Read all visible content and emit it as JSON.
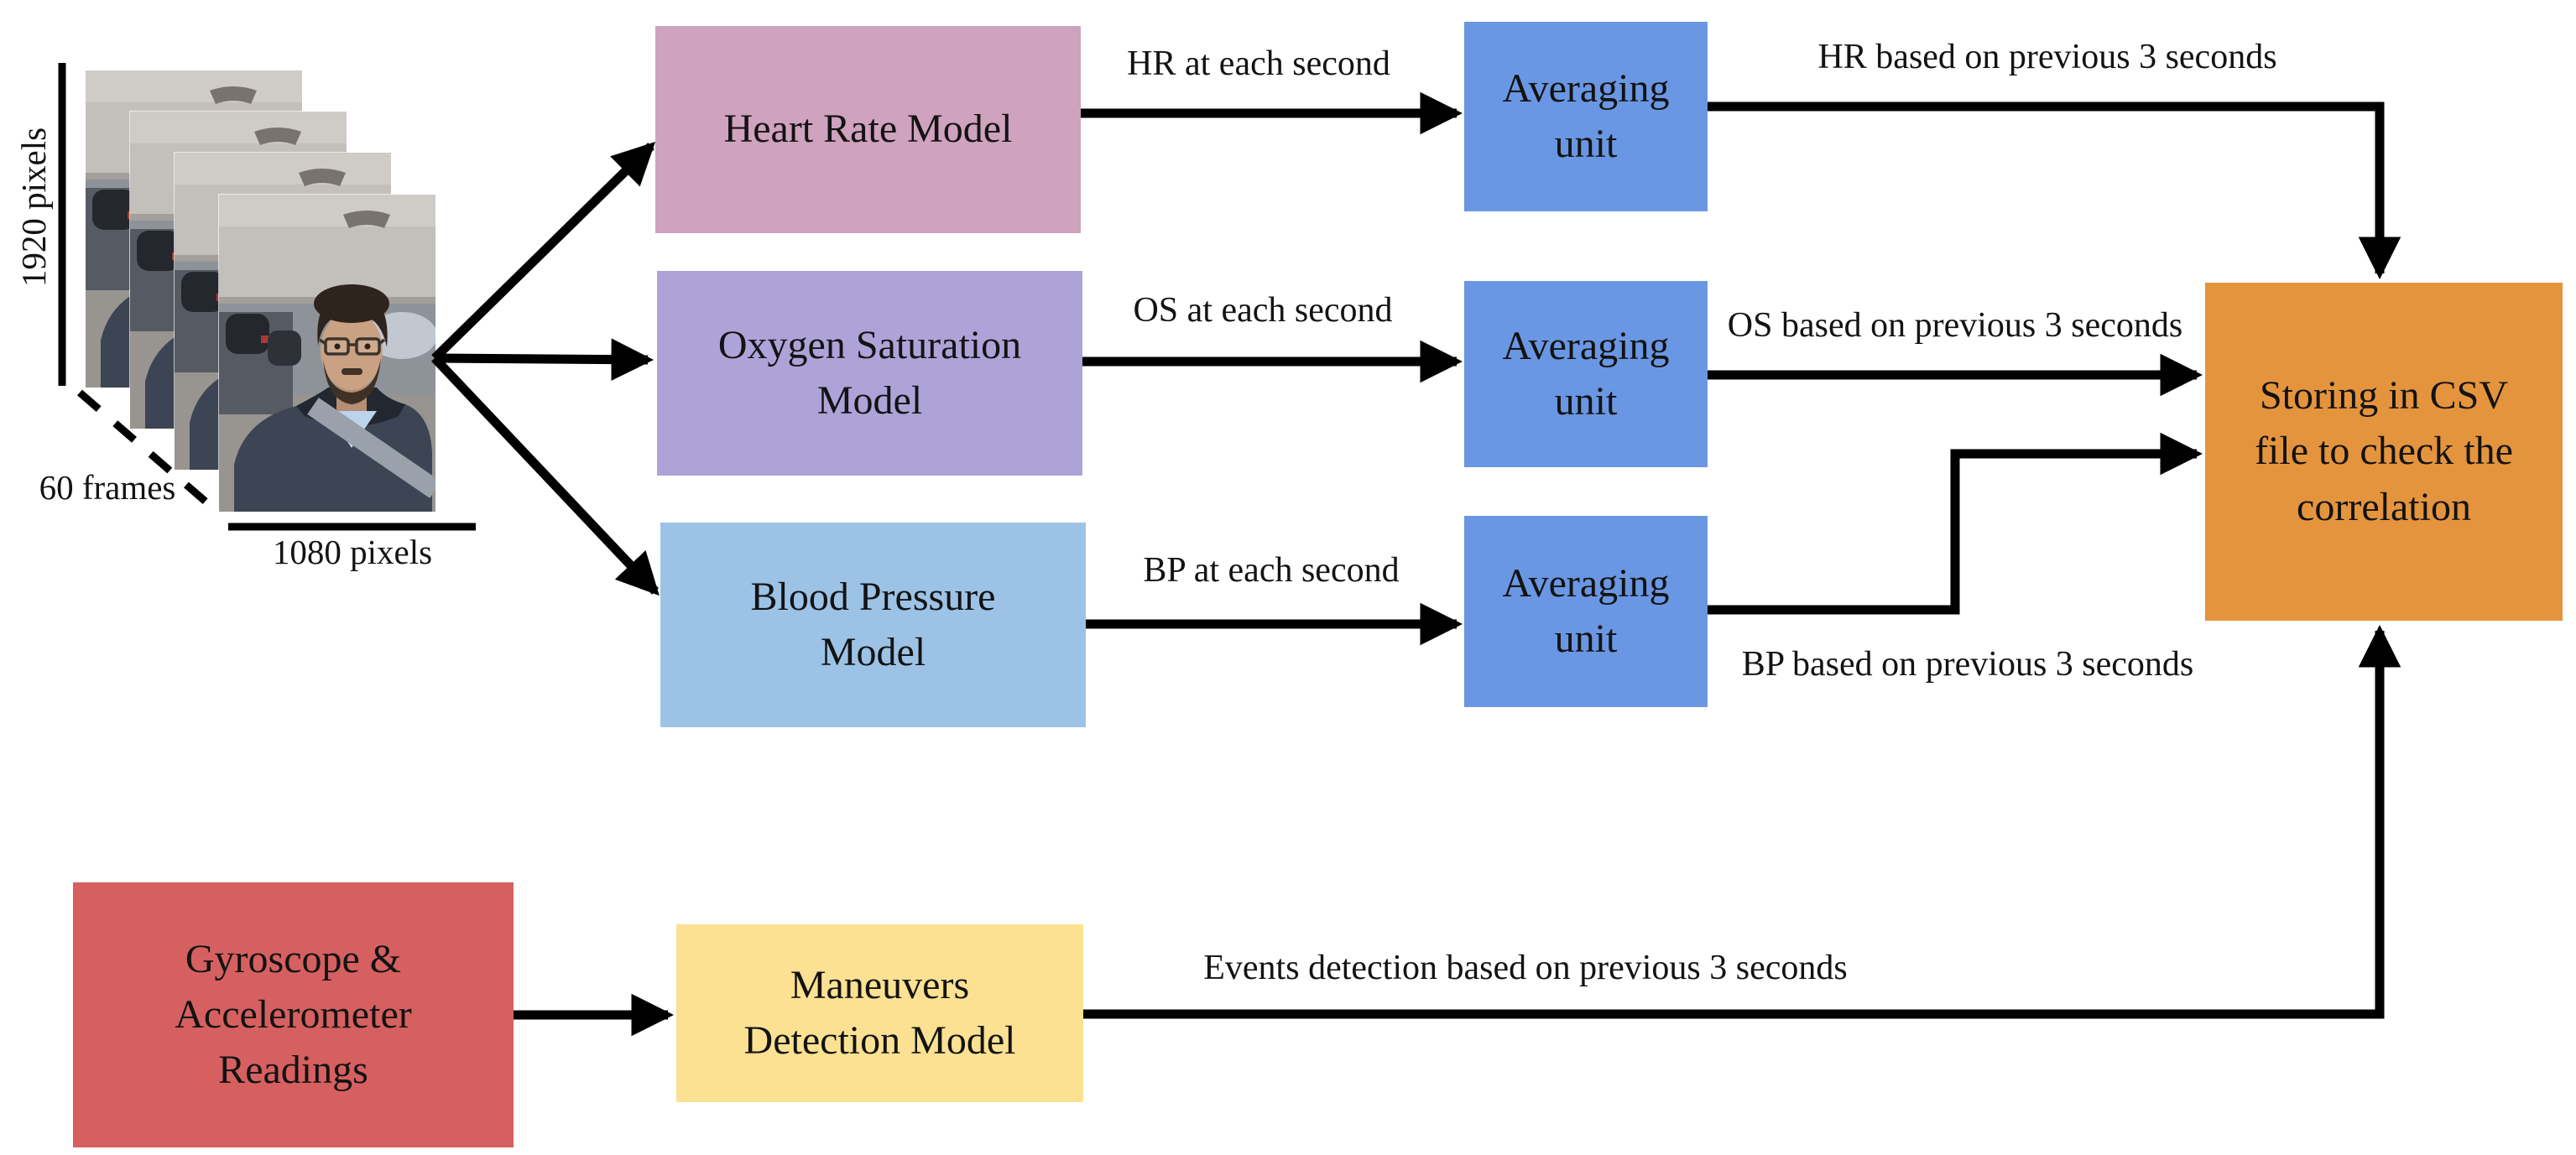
{
  "diagram": {
    "background": "#ffffff",
    "line_color": "#000000",
    "input_stack": {
      "height_label": "1920 pixels",
      "depth_label": "60 frames",
      "width_label": "1080 pixels",
      "frame_count": 4,
      "description_icon": "driver-selfie-photo"
    },
    "nodes": {
      "heart_rate_model": {
        "label": "Heart Rate Model",
        "color": "#cfa2bd"
      },
      "oxygen_saturation_model": {
        "label": "Oxygen Saturation\nModel",
        "color": "#aea3d8"
      },
      "blood_pressure_model": {
        "label": "Blood Pressure\nModel",
        "color": "#9cc3e6"
      },
      "averaging_unit_hr": {
        "label": "Averaging\nunit",
        "color": "#6a97e3"
      },
      "averaging_unit_os": {
        "label": "Averaging\nunit",
        "color": "#6a97e3"
      },
      "averaging_unit_bp": {
        "label": "Averaging\nunit",
        "color": "#6a97e3"
      },
      "csv_storage": {
        "label": "Storing in CSV\nfile to check the\ncorrelation",
        "color": "#e5943e"
      },
      "gyro_accel_readings": {
        "label": "Gyroscope &\nAccelerometer\nReadings",
        "color": "#d66060"
      },
      "maneuvers_detection_model": {
        "label": "Maneuvers\nDetection Model",
        "color": "#fbe191"
      }
    },
    "edge_labels": {
      "hr_each_second": "HR at each second",
      "hr_prev_3s": "HR based on previous 3 seconds",
      "os_each_second": "OS at each second",
      "os_prev_3s": "OS based on previous 3 seconds",
      "bp_each_second": "BP at each second",
      "bp_prev_3s": "BP based on previous 3 seconds",
      "events_detection": "Events detection based on previous 3 seconds"
    }
  }
}
